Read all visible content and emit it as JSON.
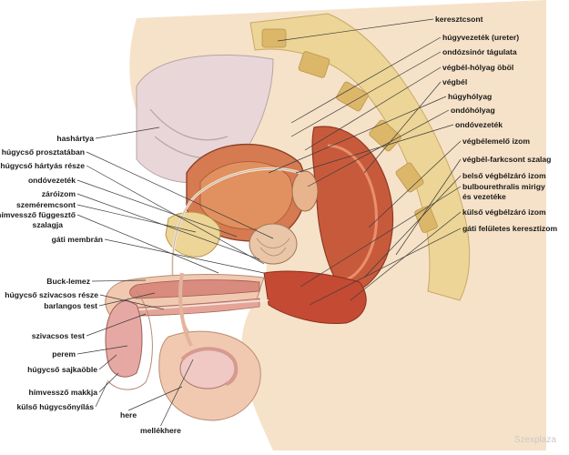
{
  "labels_right": [
    {
      "id": "keresztcsont",
      "text": "keresztcsont"
    },
    {
      "id": "hugyvezetek",
      "text": "húgyvezeték (ureter)"
    },
    {
      "id": "ondozsinor",
      "text": "ondózsinór tágulata"
    },
    {
      "id": "vegbel-holyag",
      "text": "végbél-hólyag öböl"
    },
    {
      "id": "vegbel",
      "text": "végbél"
    },
    {
      "id": "hugyholyag",
      "text": "húgyhólyag"
    },
    {
      "id": "ondoholyag",
      "text": "ondóhólyag"
    },
    {
      "id": "ondovezetek-r",
      "text": "ondóvezeték"
    },
    {
      "id": "vegbelemelo",
      "text": "végbélemelő izom"
    },
    {
      "id": "vegbel-farkcsont",
      "text": "végbél-farkcsont szalag"
    },
    {
      "id": "belso-zaroizom",
      "text": "belső végbélzáró izom"
    },
    {
      "id": "bulbourethralis-1",
      "text": "bulbourethralis mirigy"
    },
    {
      "id": "bulbourethralis-2",
      "text": "és vezetéke"
    },
    {
      "id": "kulso-zaroizom",
      "text": "külső végbélzáró izom"
    },
    {
      "id": "gati-felszines",
      "text": "gáti felületes keresztizom"
    }
  ],
  "labels_left": [
    {
      "id": "hashartya",
      "text": "hashártya"
    },
    {
      "id": "prosztata",
      "text": "húgycső prosztatában"
    },
    {
      "id": "hartyas",
      "text": "húgycső hártyás része"
    },
    {
      "id": "ondovezetek-l",
      "text": "ondóvezeték"
    },
    {
      "id": "zaroizom",
      "text": "záróizom"
    },
    {
      "id": "szemeremcsont",
      "text": "szeméremcsont"
    },
    {
      "id": "fuggeszto-1",
      "text": "hímvessző függesztő"
    },
    {
      "id": "fuggeszto-2",
      "text": "szalagja"
    },
    {
      "id": "gati-membran",
      "text": "gáti membrán"
    },
    {
      "id": "buck",
      "text": "Buck-lemez"
    },
    {
      "id": "szivacsos-resz",
      "text": "húgycső szivacsos része"
    },
    {
      "id": "barlangos",
      "text": "barlangos test"
    },
    {
      "id": "szivacsos-test",
      "text": "szivacsos test"
    },
    {
      "id": "perem",
      "text": "perem"
    },
    {
      "id": "sajkaoble",
      "text": "húgycső sajkaöble"
    },
    {
      "id": "makk",
      "text": "hímvessző makkja"
    },
    {
      "id": "nyilas",
      "text": "külső húgycsőnyílás"
    }
  ],
  "labels_bottom": [
    {
      "id": "here",
      "text": "here"
    },
    {
      "id": "mellekhere",
      "text": "mellékhere"
    }
  ],
  "watermark": "Szexplaza",
  "colors": {
    "bone": "#e8d08a",
    "tissue": "#f4dcc4",
    "muscle": "#c8503a",
    "organ": "#d9774f",
    "skin": "#f1c9b0",
    "leader": "#3a3a3a"
  }
}
